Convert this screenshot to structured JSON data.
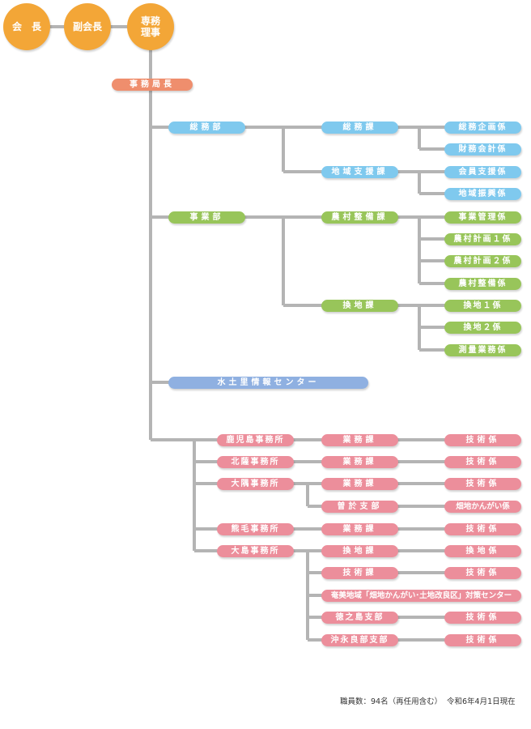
{
  "top": {
    "chairman": "会　長",
    "vice_chairman": "副会長",
    "executive_director": "専務\n理事"
  },
  "secretariat": "事務局長",
  "general_affairs": {
    "dept": "総務部",
    "soumu_ka": {
      "label": "総務課",
      "kakari": [
        "総務企画係",
        "財務会計係"
      ]
    },
    "chiiki_ka": {
      "label": "地域支援課",
      "kakari": [
        "会員支援係",
        "地域振興係"
      ]
    }
  },
  "business": {
    "dept": "事業部",
    "noson_ka": {
      "label": "農村整備課",
      "kakari": [
        "事業管理係",
        "農村計画１係",
        "農村計画２係",
        "農村整備係"
      ]
    },
    "kanchi_ka": {
      "label": "換地課",
      "kakari": [
        "換地１係",
        "換地２係",
        "測量業務係"
      ]
    }
  },
  "center": "水土里情報センター",
  "offices": {
    "kagoshima": {
      "label": "鹿児島事務所",
      "ka": "業務課",
      "kakari": "技術係"
    },
    "hokusatsu": {
      "label": "北薩事務所",
      "ka": "業務課",
      "kakari": "技術係"
    },
    "osumi": {
      "label": "大隅事務所",
      "ka": "業務課",
      "kakari": "技術係",
      "branch": "曽於支部",
      "branch_kakari": "畑地かんがい係"
    },
    "kumage": {
      "label": "熊毛事務所",
      "ka": "業務課",
      "kakari": "技術係"
    },
    "oshima": {
      "label": "大島事務所",
      "kanchi": {
        "label": "換地課",
        "kakari": "換地係"
      },
      "gijutsu": {
        "label": "技術課",
        "kakari": "技術係"
      },
      "amami": "奄美地域「畑地かんがい･土地改良区」対策センター",
      "tokunoshima": {
        "label": "徳之島支部",
        "kakari": "技術係"
      },
      "okinoerabu": {
        "label": "沖永良部支部",
        "kakari": "技術係"
      }
    }
  },
  "footer": {
    "staff": "職員数：94名（再任用含む）",
    "date": "令和6年4月1日現在"
  },
  "colors": {
    "executive": "#f3a637",
    "secretariat": "#ef8e6d",
    "general_affairs": "#7fc9ee",
    "business": "#98c55a",
    "center": "#8fb0e1",
    "offices": "#ec8e9b",
    "connector": "#b4b4b4"
  }
}
